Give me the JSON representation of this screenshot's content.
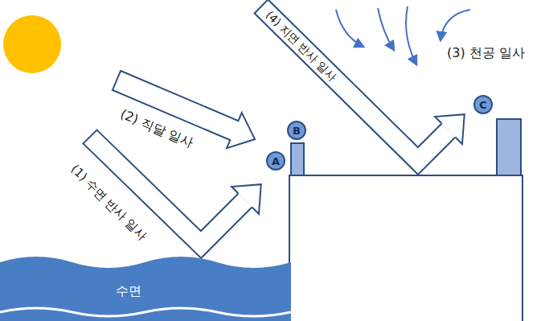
{
  "diagram": {
    "nodes": [
      {
        "text": [
          "수면"
        ]
      },
      {
        "text": [
          "A"
        ]
      },
      {
        "text": [
          "B"
        ]
      },
      {
        "text": [
          "C"
        ]
      }
    ],
    "labels": [
      "(1) 수면 반사 일사",
      "(2) 직달 일사",
      "(3) 천공 일사",
      "(4) 지면 반사 일사"
    ]
  }
}
